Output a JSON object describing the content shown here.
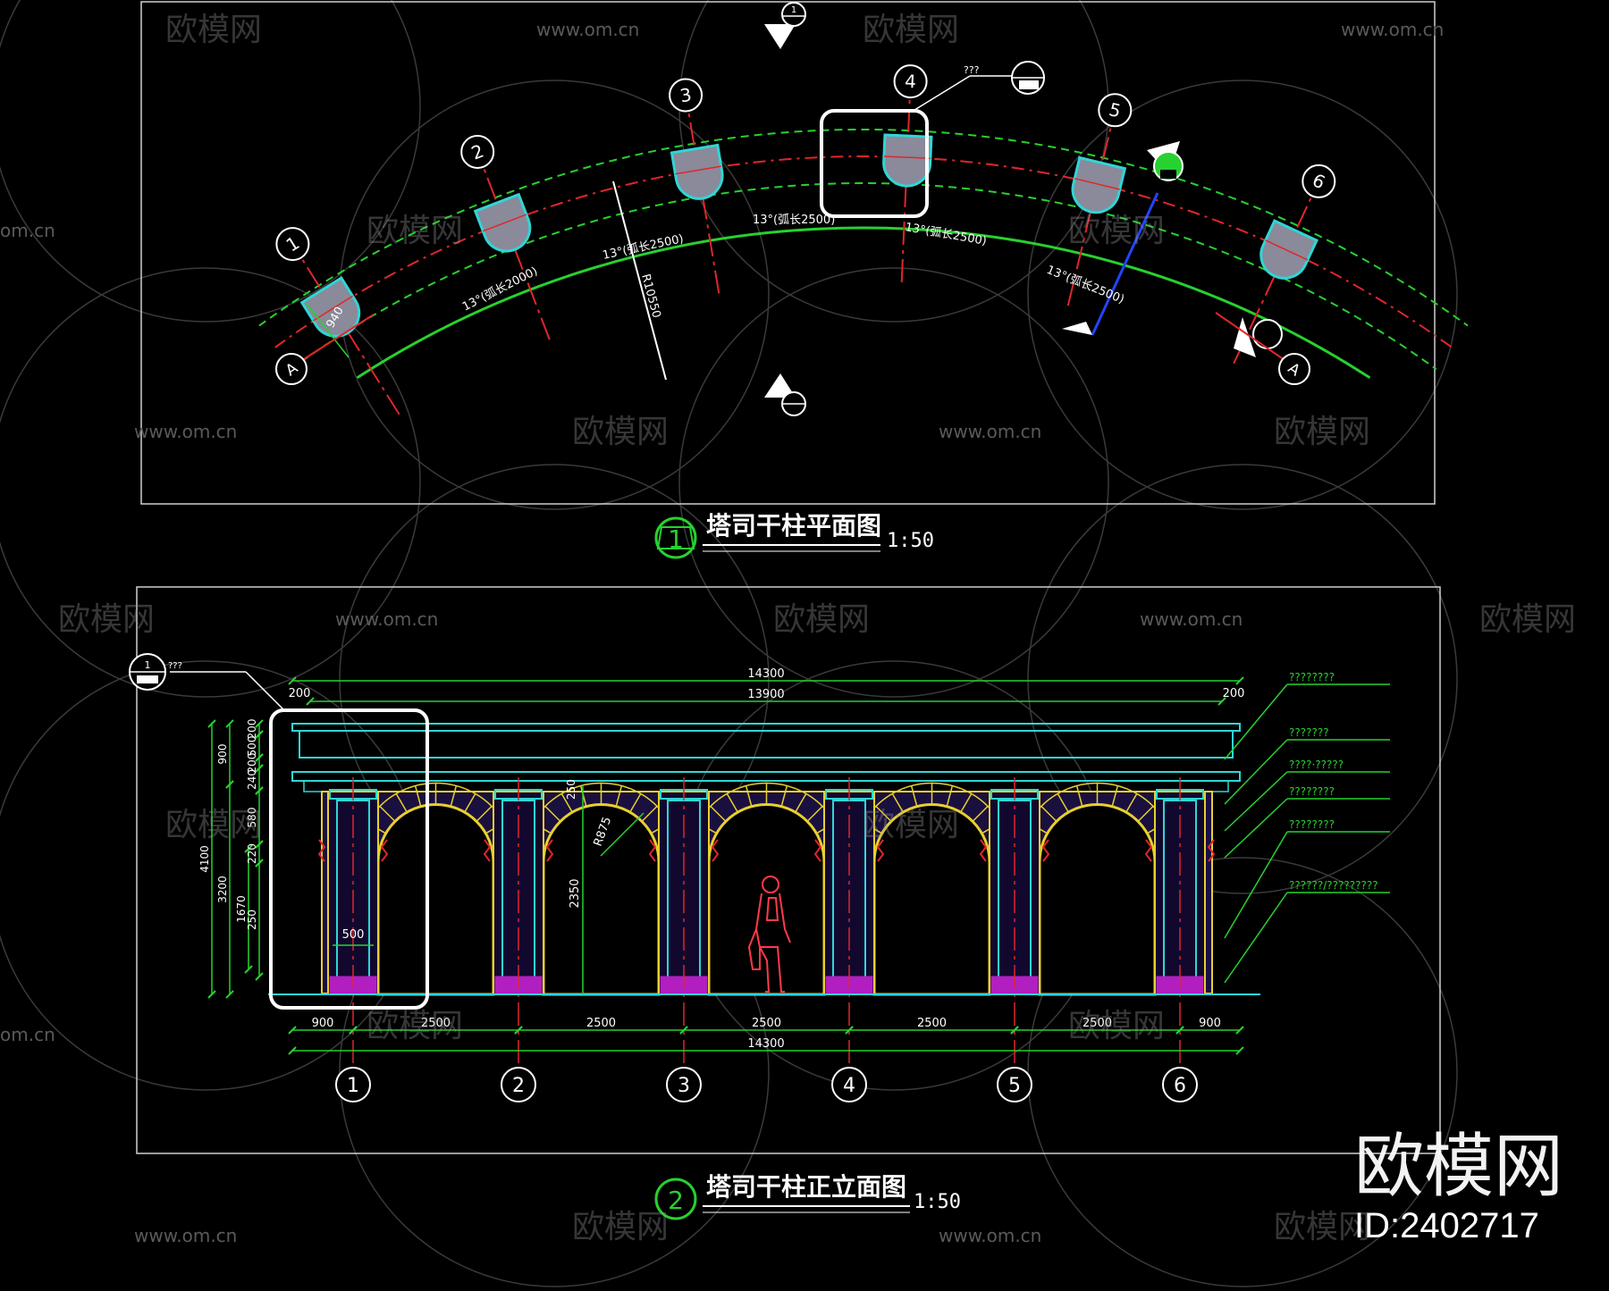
{
  "colors": {
    "bg": "#000000",
    "frame": "#cfcfcf",
    "grid_red": "#e0262a",
    "green": "#27d12f",
    "cyan": "#2fd6d6",
    "yellow": "#e8d02e",
    "white": "#ffffff",
    "magenta": "#b21fc0",
    "column_fill": "#8a8a9a"
  },
  "plan": {
    "title": "塔司干柱平面图",
    "number": "1",
    "scale": "1:50",
    "axes": [
      "1",
      "2",
      "3",
      "4",
      "5",
      "6"
    ],
    "row_label": "A",
    "dim_width": "940",
    "radius_label": "R10550",
    "arc_labels": [
      "13°(弧长2000)",
      "13°(弧长2500)",
      "13°(弧长2500)",
      "13°(弧长2500)",
      "13°(弧长2500)"
    ],
    "detail_tag": "???"
  },
  "elevation": {
    "title": "塔司干柱正立面图",
    "number": "2",
    "scale": "1:50",
    "axes": [
      "1",
      "2",
      "3",
      "4",
      "5",
      "6"
    ],
    "top_dims": {
      "overall": "14300",
      "inner": "13900",
      "left_offset": "200",
      "right_offset": "200"
    },
    "bottom_dims": [
      "900",
      "2500",
      "2500",
      "2500",
      "2500",
      "2500",
      "900"
    ],
    "bottom_overall": "14300",
    "left_dims_outer": [
      "900",
      "3200"
    ],
    "left_total": "4100",
    "left_dims_mid": [
      "1670"
    ],
    "left_dims_inner": [
      "200",
      "500",
      "200",
      "240",
      "580",
      "220",
      "250"
    ],
    "inner_dims": {
      "arch_height": "2350",
      "arch_radius": "R875",
      "pedestal": "250",
      "column_width": "500"
    },
    "annotations": [
      "????????",
      "???????",
      "????·?????",
      "????????",
      "????????",
      "??????/?????????"
    ],
    "detail_tag": "???"
  },
  "watermarks": {
    "brand": "欧模网",
    "url": "www.om.cn",
    "url_short": "om.cn"
  },
  "brand_mark": {
    "name": "欧模网",
    "id": "ID:2402717"
  }
}
